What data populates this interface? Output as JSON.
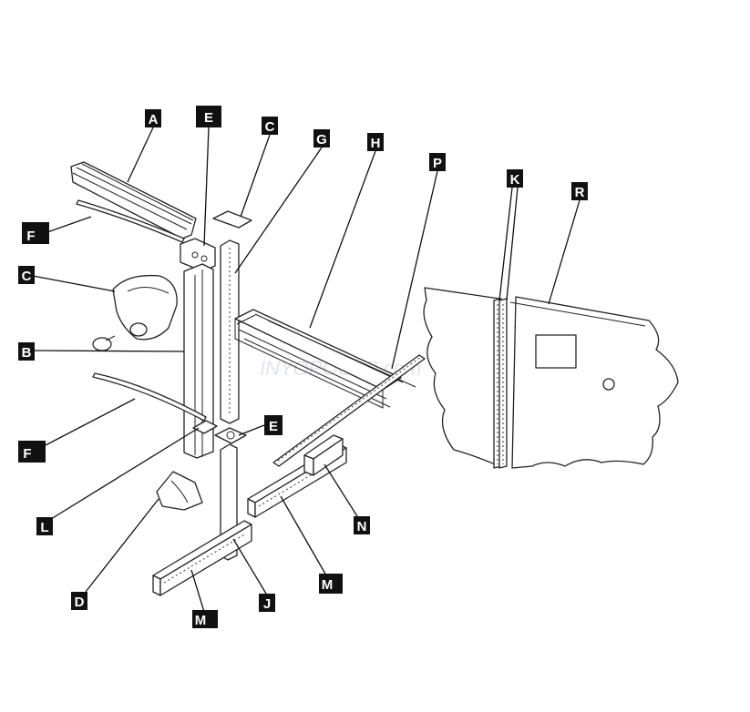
{
  "diagram": {
    "labels": {
      "A": "A",
      "E_top": "E",
      "C_top": "C",
      "G": "G",
      "H": "H",
      "P": "P",
      "K": "K",
      "R": "R",
      "F_top": "F",
      "C_left": "C",
      "B": "B",
      "E_mid": "E",
      "F_bottom": "F",
      "L": "L",
      "N": "N",
      "D": "D",
      "M_right": "M",
      "J": "J",
      "M_bottom": "M"
    },
    "watermark": "INYOPOOLS.com",
    "colors": {
      "label_bg": "#111111",
      "label_text": "#ffffff",
      "line": "#222222"
    }
  }
}
